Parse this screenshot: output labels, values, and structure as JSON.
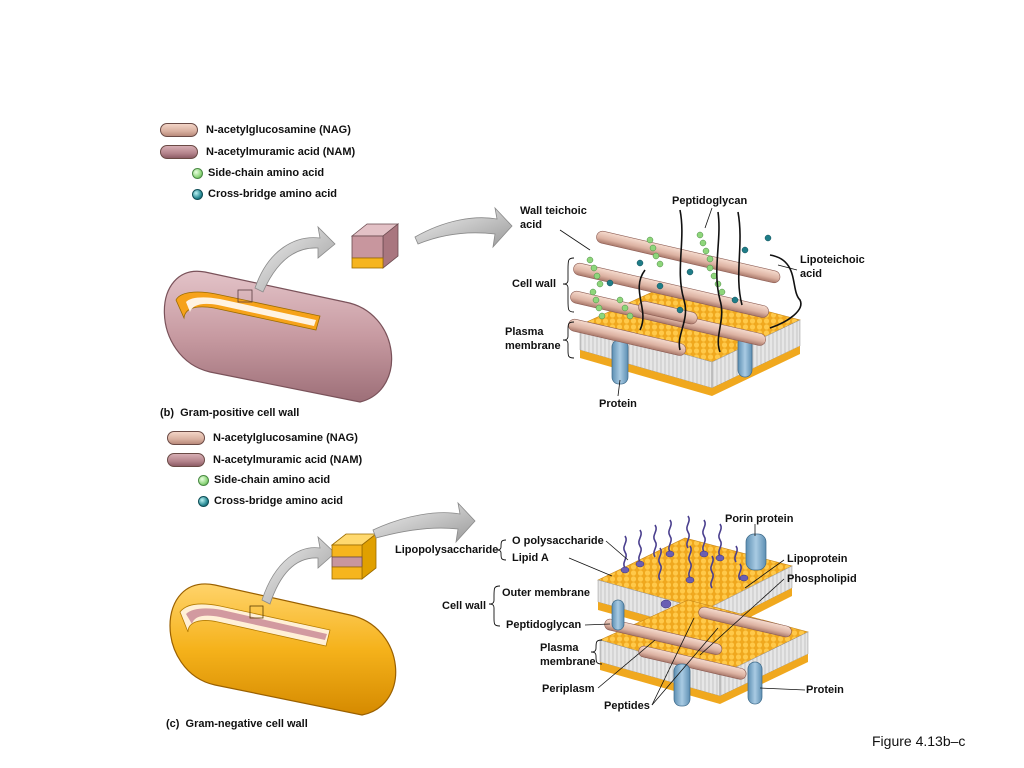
{
  "legend_b": [
    {
      "label": "N-acetylglucosamine (NAG)",
      "icon": "nag-cylinder-icon"
    },
    {
      "label": "N-acetylmuramic acid (NAM)",
      "icon": "nam-cylinder-icon"
    },
    {
      "label": "Side-chain amino acid",
      "icon": "side-chain-dot-icon"
    },
    {
      "label": "Cross-bridge amino acid",
      "icon": "cross-bridge-dot-icon"
    }
  ],
  "legend_c": [
    {
      "label": "N-acetylglucosamine (NAG)",
      "icon": "nag-cylinder-icon"
    },
    {
      "label": "N-acetylmuramic acid (NAM)",
      "icon": "nam-cylinder-icon"
    },
    {
      "label": "Side-chain amino acid",
      "icon": "side-chain-dot-icon"
    },
    {
      "label": "Cross-bridge amino acid",
      "icon": "cross-bridge-dot-icon"
    }
  ],
  "panel_b": {
    "caption_letter": "(b)",
    "caption_text": "Gram-positive cell wall",
    "labels": {
      "peptidoglycan": "Peptidoglycan",
      "wall_teichoic_1": "Wall teichoic",
      "wall_teichoic_2": "acid",
      "lipoteichoic_1": "Lipoteichoic",
      "lipoteichoic_2": "acid",
      "cell_wall": "Cell wall",
      "plasma_1": "Plasma",
      "plasma_2": "membrane",
      "protein": "Protein"
    }
  },
  "panel_c": {
    "caption_letter": "(c)",
    "caption_text": "Gram-negative cell wall",
    "labels": {
      "porin": "Porin protein",
      "o_polysaccharide": "O polysaccharide",
      "lipid_a": "Lipid A",
      "lipopolysaccharide": "Lipopolysaccharide",
      "lipoprotein": "Lipoprotein",
      "phospholipid": "Phospholipid",
      "outer_membrane": "Outer membrane",
      "cell_wall": "Cell wall",
      "peptidoglycan": "Peptidoglycan",
      "plasma_1": "Plasma",
      "plasma_2": "membrane",
      "periplasm": "Periplasm",
      "peptides": "Peptides",
      "protein": "Protein"
    }
  },
  "figure_label": "Figure 4.13b–c",
  "colors": {
    "gram_positive_cell": "#c79aa1",
    "gram_negative_cell": "#f5b21b",
    "membrane_head": "#f7b52a",
    "nag": "#e2bcad",
    "nam": "#b88690",
    "side_chain": "#8ed67b",
    "cross_bridge": "#1f7d88",
    "protein": "#86b4d3",
    "lps_chain": "#4a3f8e"
  }
}
